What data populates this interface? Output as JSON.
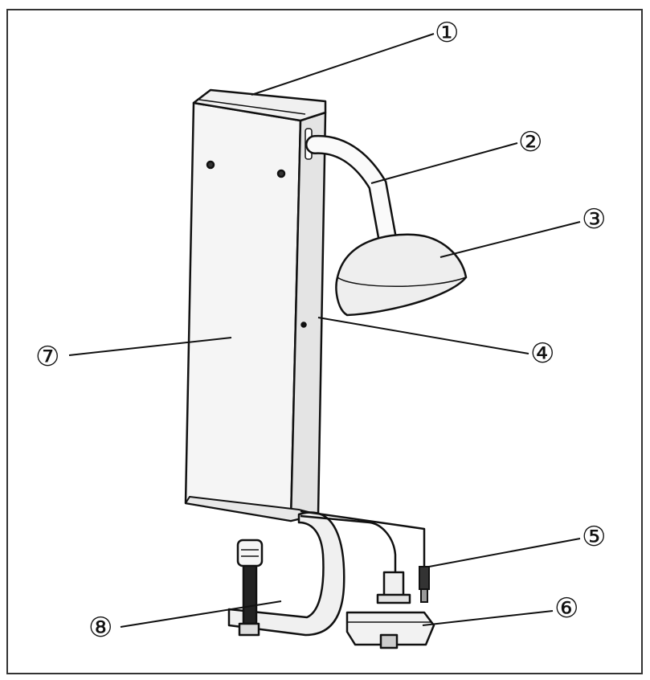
{
  "callouts": [
    {
      "id": "1",
      "text": "①"
    },
    {
      "id": "2",
      "text": "②"
    },
    {
      "id": "3",
      "text": "③"
    },
    {
      "id": "4",
      "text": "④"
    },
    {
      "id": "5",
      "text": "⑤"
    },
    {
      "id": "6",
      "text": "⑥"
    },
    {
      "id": "7",
      "text": "⑦"
    },
    {
      "id": "8",
      "text": "⑧"
    }
  ],
  "colors": {
    "line": "#111111",
    "panel_light": "#f4f4f4",
    "panel_side": "#e2e2e2",
    "shade": "#eeeeee"
  }
}
